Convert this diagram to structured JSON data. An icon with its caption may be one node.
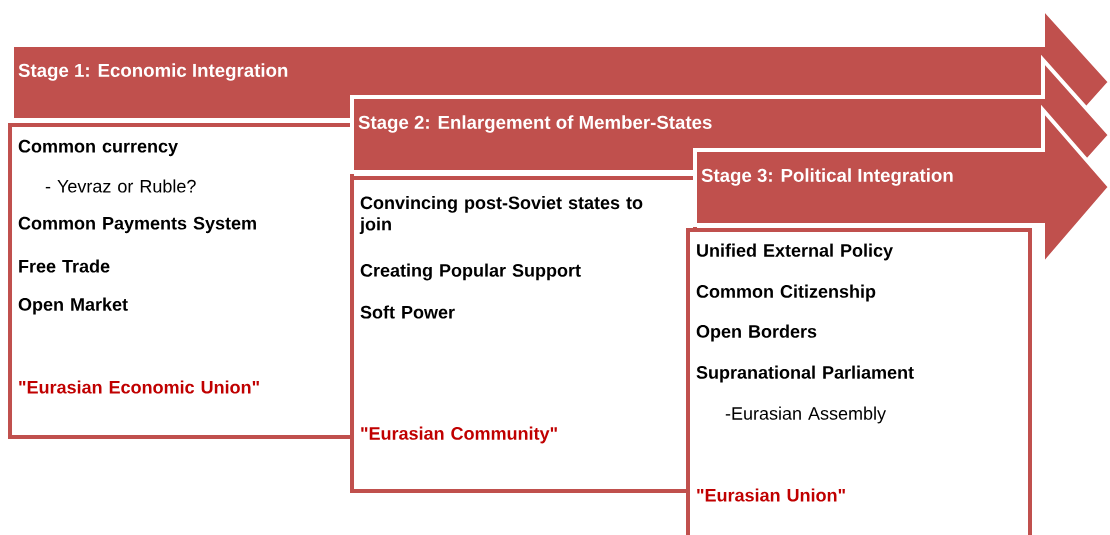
{
  "diagram": {
    "nodes": [
      {
        "text": [
          "Stage 1: Economic Integration"
        ]
      },
      {
        "text": [
          "Common currency",
          "- Yevraz or Ruble?",
          "Common Payments System",
          "Free Trade",
          "Open Market",
          "\"Eurasian Economic Union\""
        ]
      },
      {
        "text": [
          "Stage 2: Enlargement of Member-States"
        ]
      },
      {
        "text": [
          "Convincing post-Soviet states to join",
          "Creating Popular Support",
          "Soft Power",
          "\"Eurasian Community\""
        ]
      },
      {
        "text": [
          "Stage 3: Political Integration"
        ]
      },
      {
        "text": [
          "Unified External Policy",
          "Common Citizenship",
          "Open Borders",
          "Supranational Parliament",
          "-Eurasian Assembly",
          "\"Eurasian Union\""
        ]
      }
    ]
  }
}
